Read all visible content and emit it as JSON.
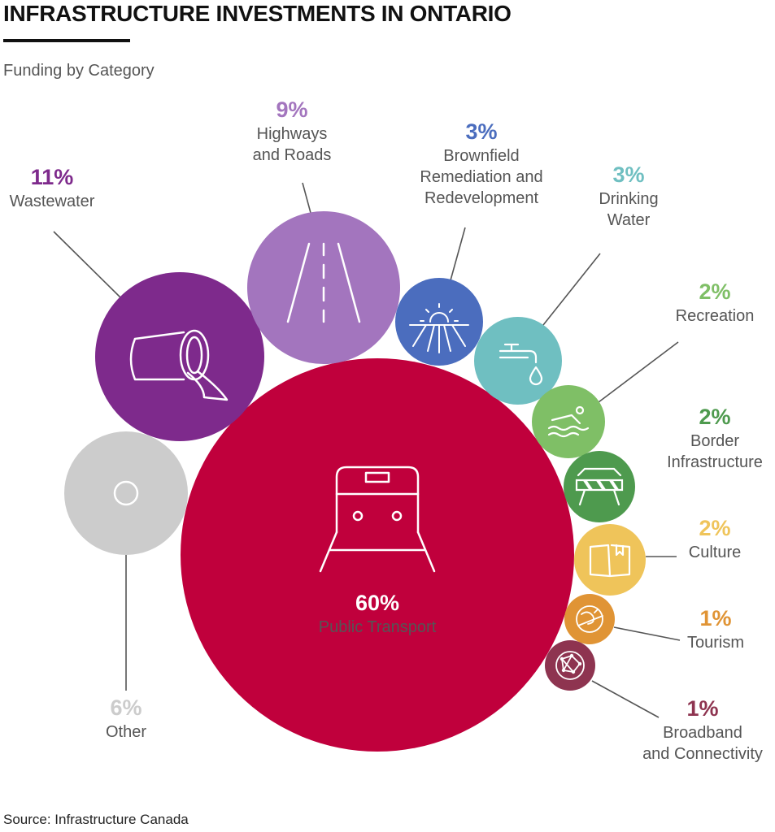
{
  "header": {
    "title": "INFRASTRUCTURE INVESTMENTS IN ONTARIO",
    "subtitle": "Funding by Category"
  },
  "footer": {
    "source": "Source: Infrastructure Canada"
  },
  "chart_data": {
    "type": "bubble",
    "series": [
      {
        "category": "Public Transport",
        "value": 60,
        "pct_label": "60%",
        "name_lines": [
          "Public Transport"
        ],
        "color": "#C0003C",
        "icon": "train-icon"
      },
      {
        "category": "Wastewater",
        "value": 11,
        "pct_label": "11%",
        "name_lines": [
          "Wastewater"
        ],
        "color": "#7E2A8C",
        "icon": "pipe-icon"
      },
      {
        "category": "Highways and Roads",
        "value": 9,
        "pct_label": "9%",
        "name_lines": [
          "Highways",
          "and Roads"
        ],
        "color": "#A375BE",
        "icon": "road-icon"
      },
      {
        "category": "Other",
        "value": 6,
        "pct_label": "6%",
        "name_lines": [
          "Other"
        ],
        "color": "#CCCCCC",
        "icon": "circle-icon"
      },
      {
        "category": "Brownfield Remediation and Redevelopment",
        "value": 3,
        "pct_label": "3%",
        "name_lines": [
          "Brownfield",
          "Remediation and",
          "Redevelopment"
        ],
        "color": "#4B6DBE",
        "icon": "sunrise-field-icon"
      },
      {
        "category": "Drinking Water",
        "value": 3,
        "pct_label": "3%",
        "name_lines": [
          "Drinking",
          "Water"
        ],
        "color": "#6FBFC1",
        "icon": "faucet-icon"
      },
      {
        "category": "Recreation",
        "value": 2,
        "pct_label": "2%",
        "name_lines": [
          "Recreation"
        ],
        "color": "#7FBF66",
        "icon": "swimmer-icon"
      },
      {
        "category": "Border Infrastructure",
        "value": 2,
        "pct_label": "2%",
        "name_lines": [
          "Border",
          "Infrastructure"
        ],
        "color": "#4E9A4E",
        "icon": "barrier-icon"
      },
      {
        "category": "Culture",
        "value": 2,
        "pct_label": "2%",
        "name_lines": [
          "Culture"
        ],
        "color": "#EFC45A",
        "icon": "book-icon"
      },
      {
        "category": "Tourism",
        "value": 1,
        "pct_label": "1%",
        "name_lines": [
          "Tourism"
        ],
        "color": "#E09435",
        "icon": "globe-plane-icon"
      },
      {
        "category": "Broadband and Connectivity",
        "value": 1,
        "pct_label": "1%",
        "name_lines": [
          "Broadband",
          "and Connectivity"
        ],
        "color": "#8E3450",
        "icon": "network-globe-icon"
      }
    ]
  }
}
